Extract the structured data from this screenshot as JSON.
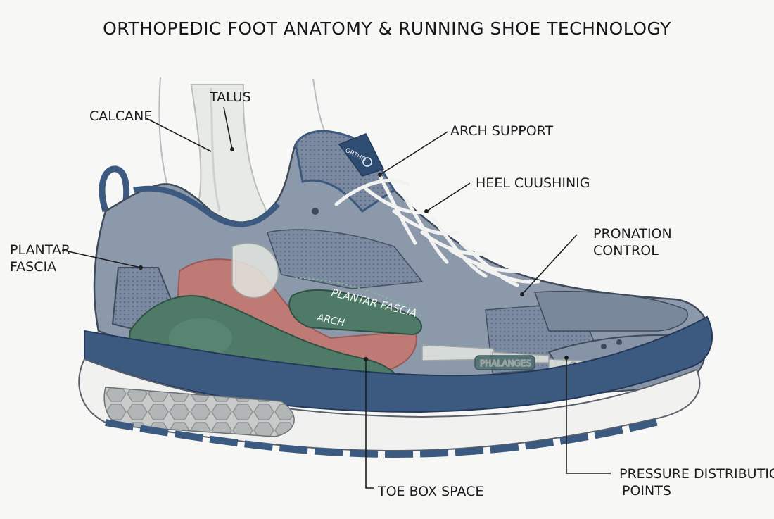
{
  "title": "ORTHOPEDIC FOOT ANATOMY & RUNNING SHOE TECHNOLOGY",
  "labels": {
    "talus": "TALUS",
    "calcane": "CALCANE",
    "arch_support": "ARCH SUPPORT",
    "heel_cushioning": "HEEL CUUSHINIG",
    "pronation_control_1": "PRONATION",
    "pronation_control_2": "CONTROL",
    "plantar_fascia_1": "PLANTAR",
    "plantar_fascia_2": "FASCIA",
    "toe_box_space": "TOE BOX SPACE",
    "pressure_distribution_1": "PRESSURE DISTRIBUTION",
    "pressure_distribution_2": "POINTS"
  },
  "inner_labels": {
    "plantar_fascia": "PLANTAR FASCIA",
    "arch": "ARCH",
    "phalanges": "PHALANGES"
  },
  "brand_text": "ORTHO",
  "colors": {
    "shoe_upper": "#8a97a8",
    "mesh": "#6f7f95",
    "navy_trim": "#3c5a80",
    "sole_white": "#f1f1ef",
    "heel_red": "#c8756c",
    "arch_green": "#4f7a68",
    "bone": "#e3e6e0"
  }
}
